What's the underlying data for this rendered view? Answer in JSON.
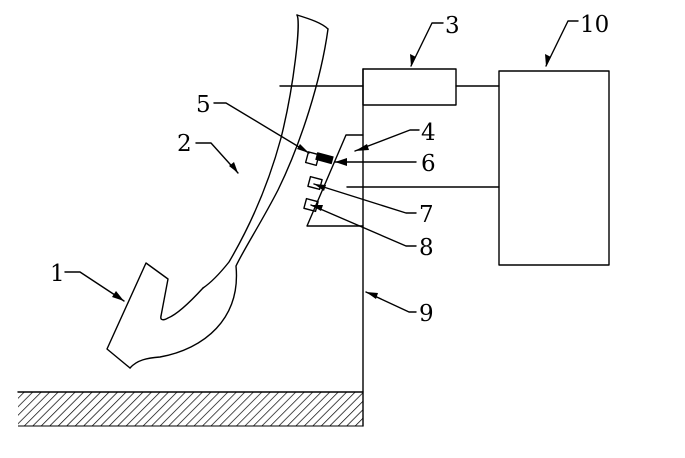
{
  "labels": {
    "l1": "1",
    "l2": "2",
    "l3": "3",
    "l4": "4",
    "l5": "5",
    "l6": "6",
    "l7": "7",
    "l8": "8",
    "l9": "9",
    "l10": "10"
  },
  "colors": {
    "stroke": "#000000",
    "background": "#ffffff"
  }
}
